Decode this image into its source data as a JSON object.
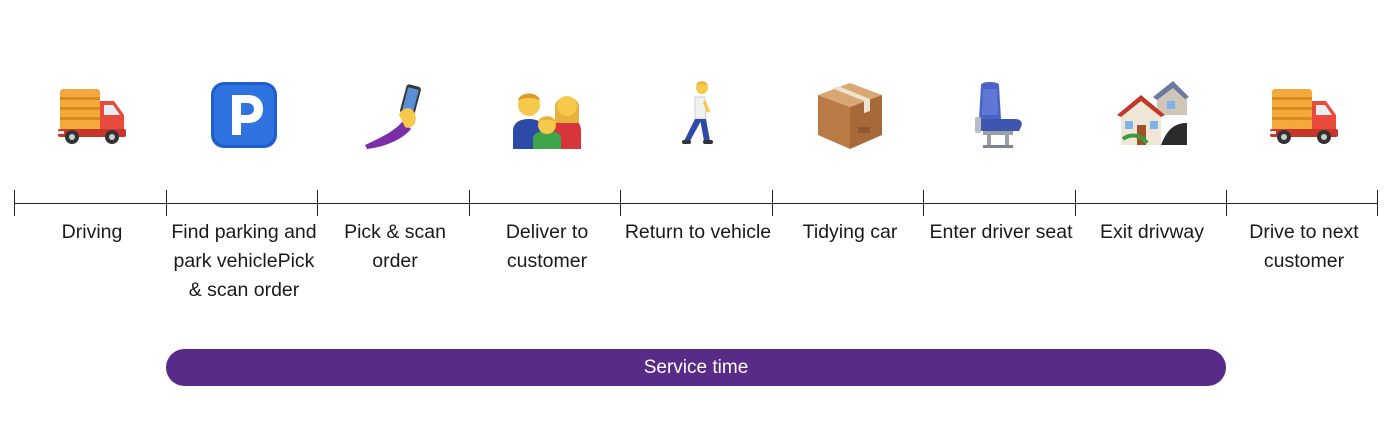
{
  "steps": [
    {
      "label": "Driving",
      "icon": "delivery-truck-icon"
    },
    {
      "label": "Find parking and park vehiclePick & scan order",
      "icon": "parking-sign-icon"
    },
    {
      "label": "Pick & scan order",
      "icon": "hand-phone-icon"
    },
    {
      "label": "Deliver to customer",
      "icon": "family-icon"
    },
    {
      "label": "Return to vehicle",
      "icon": "walking-person-icon"
    },
    {
      "label": "Tidying car",
      "icon": "package-box-icon"
    },
    {
      "label": "Enter driver seat",
      "icon": "seat-icon"
    },
    {
      "label": "Exit drivway",
      "icon": "houses-icon"
    },
    {
      "label": "Drive to next customer",
      "icon": "delivery-truck-icon"
    }
  ],
  "service_bar": {
    "label": "Service time",
    "color": "#582b89"
  }
}
